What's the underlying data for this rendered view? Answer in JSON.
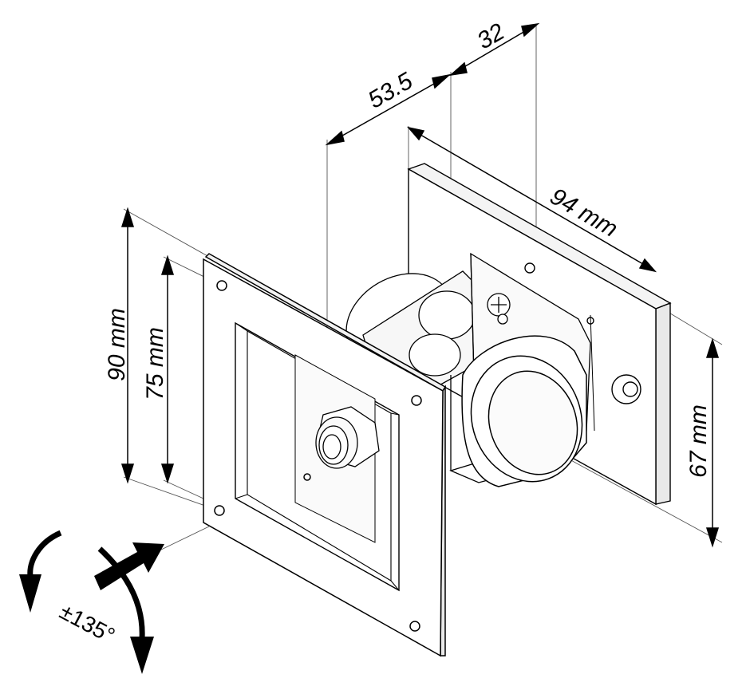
{
  "dimensions": {
    "depth_front": "53.5",
    "depth_rear": "32",
    "rear_width": "94 mm",
    "front_height_outer": "90 mm",
    "front_height_inner": "75 mm",
    "rear_height": "67 mm"
  },
  "rotation": {
    "label": "±135°"
  },
  "colors": {
    "line": "#000000",
    "fill": "#ffffff",
    "shade": "#f2f2f2"
  }
}
